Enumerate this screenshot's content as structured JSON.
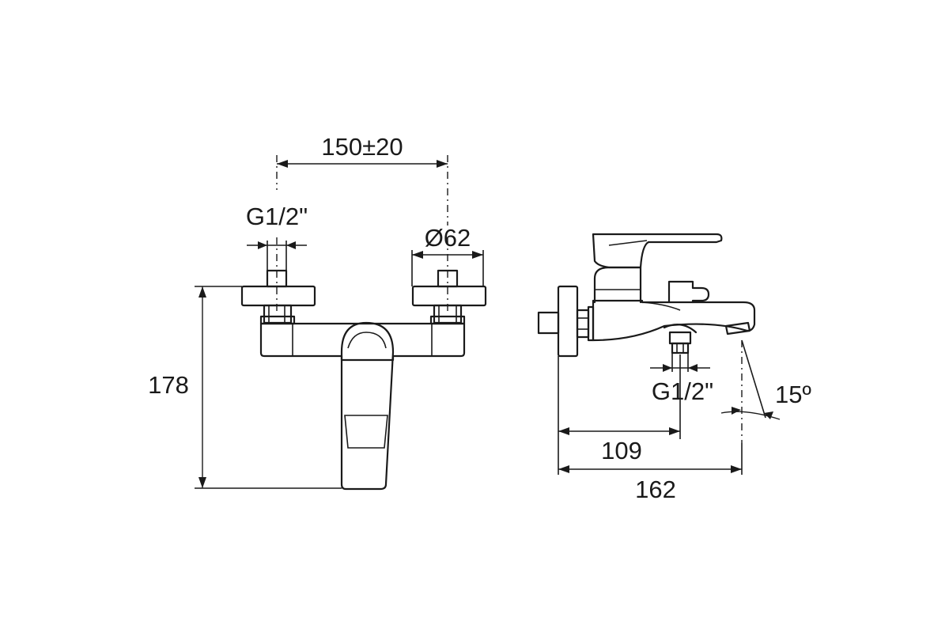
{
  "front_view": {
    "dim_spacing": "150±20",
    "dim_thread": "G1/2\"",
    "dim_diameter": "Ø62",
    "dim_height": "178"
  },
  "side_view": {
    "dim_thread": "G1/2\"",
    "dim_angle": "15º",
    "dim_depth_inner": "109",
    "dim_depth_total": "162"
  }
}
